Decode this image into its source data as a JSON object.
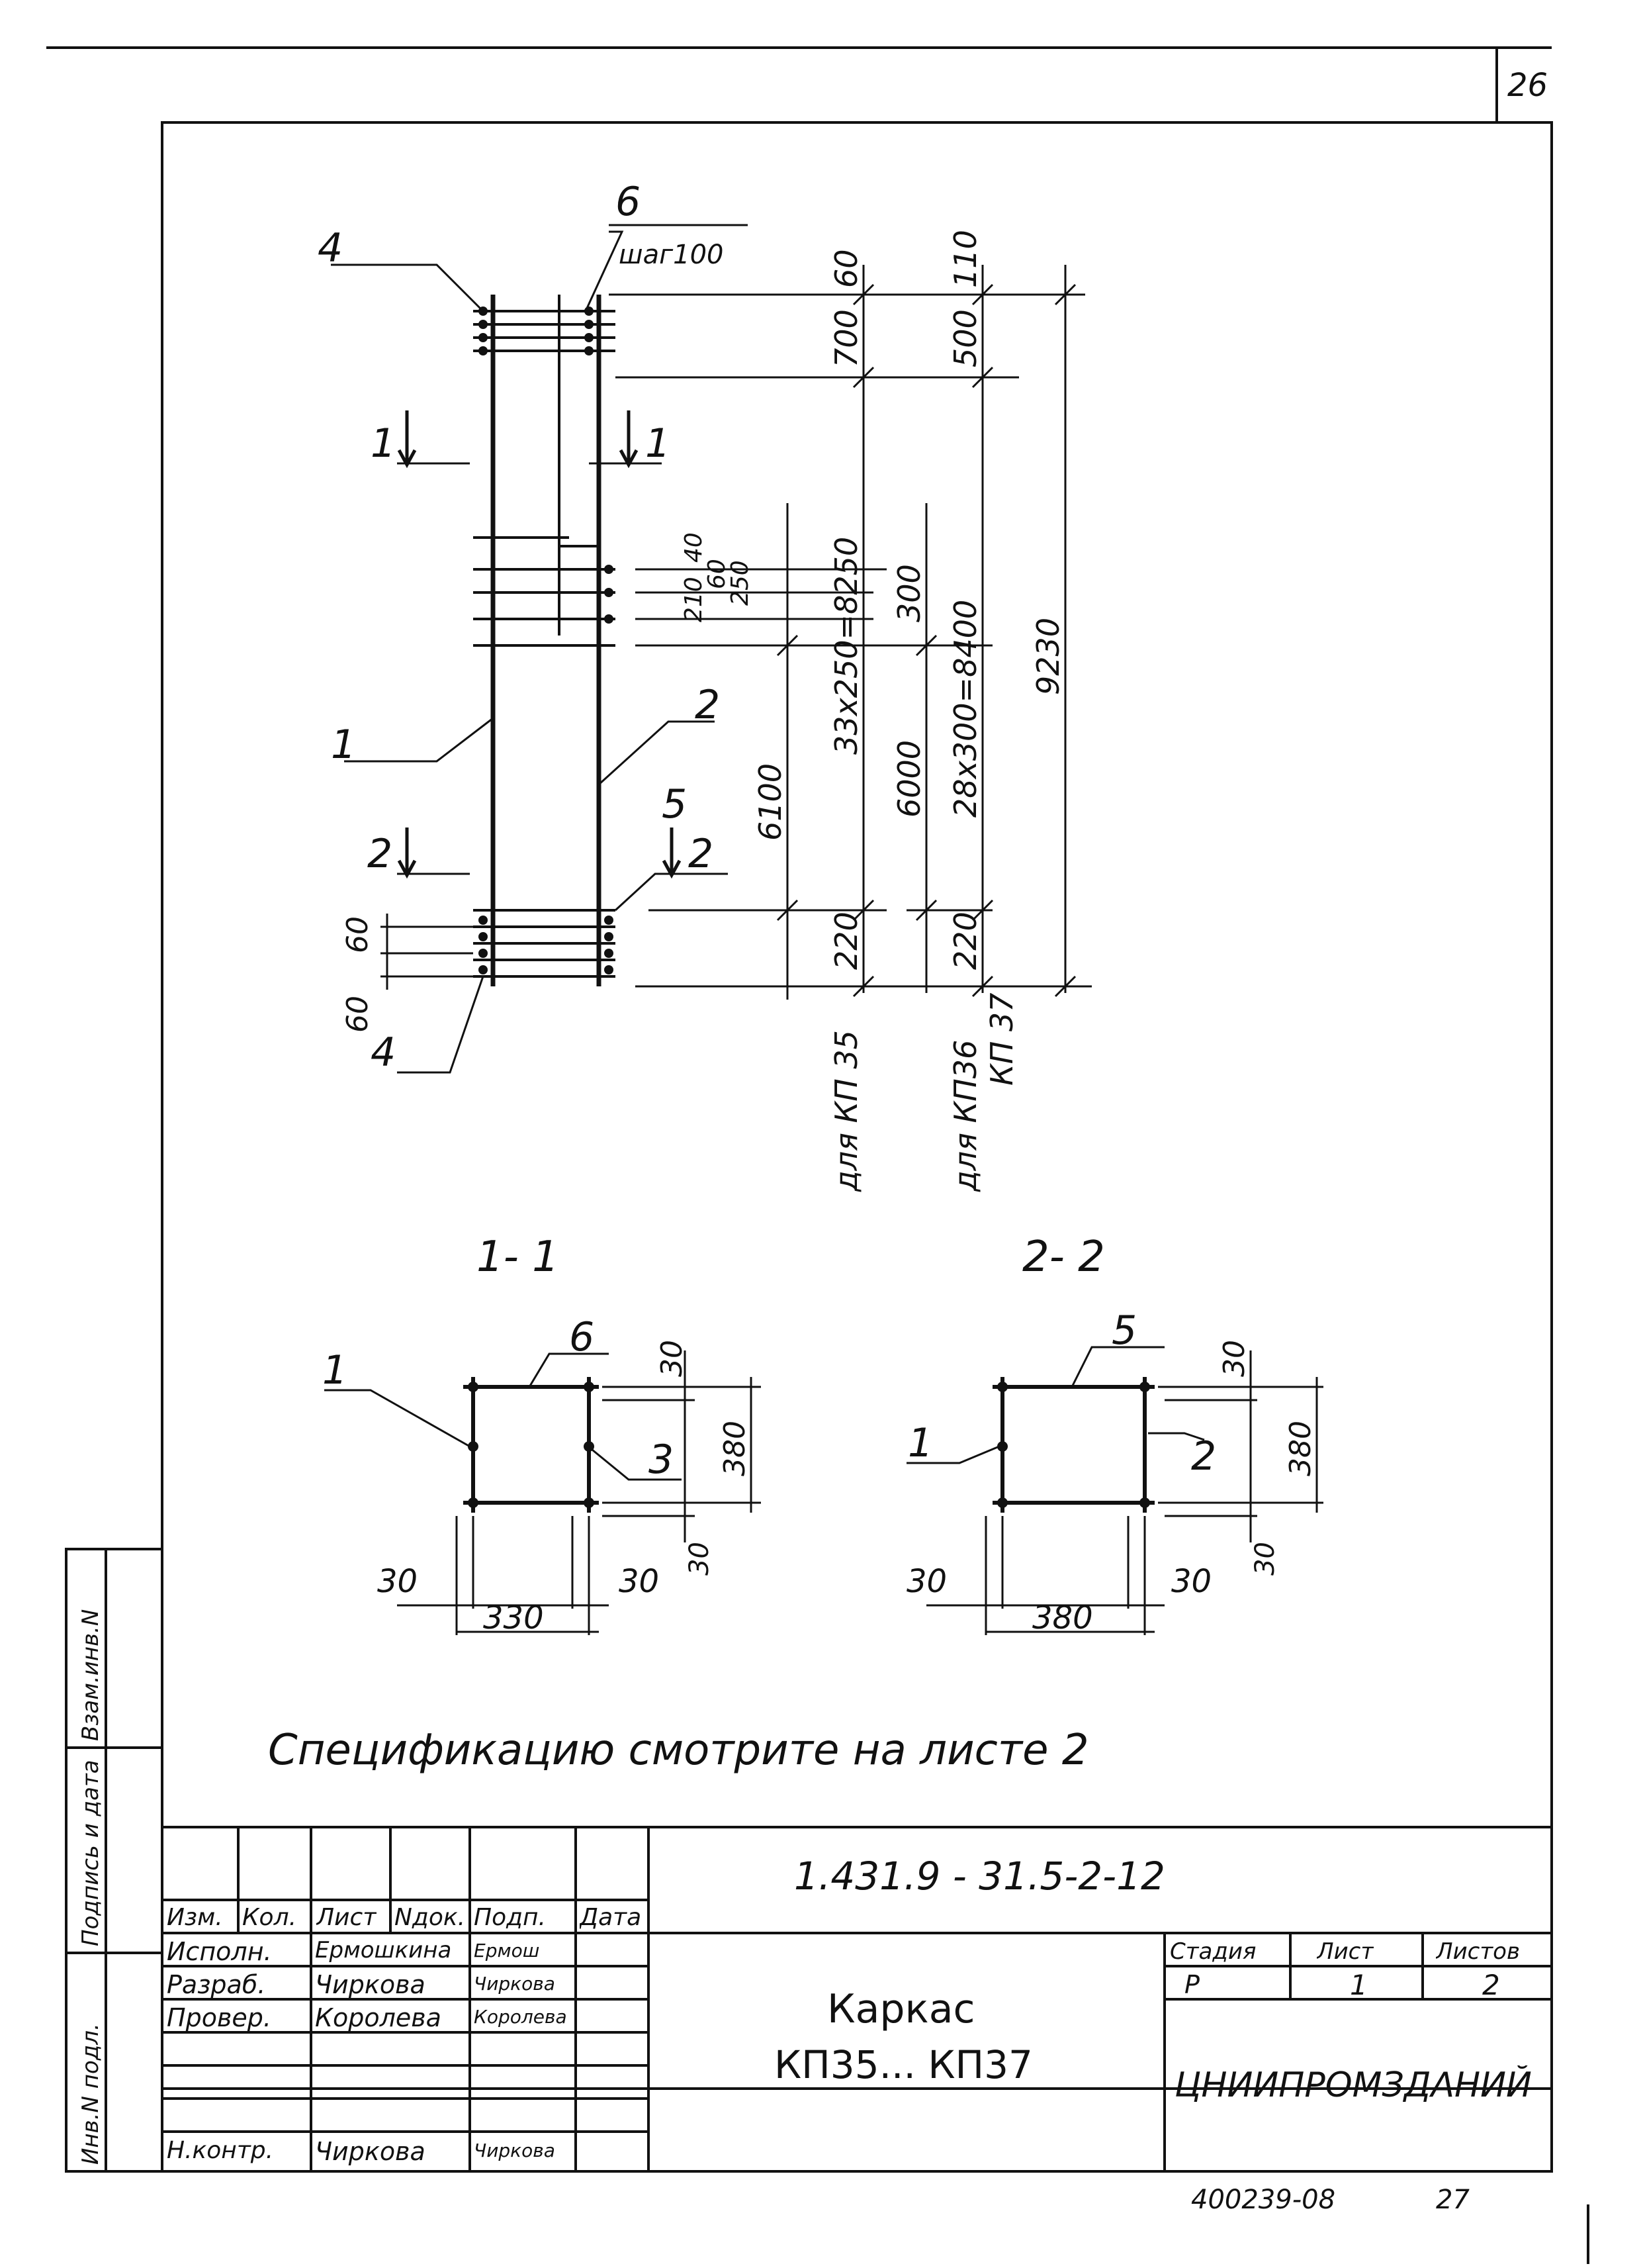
{
  "sheet": {
    "corner_number": "26",
    "footer_code": "400239-08",
    "footer_page": "27"
  },
  "drawing": {
    "callouts": {
      "c1": "1",
      "c2": "2",
      "c4a": "4",
      "c4b": "4",
      "c5": "5",
      "c6": "6",
      "c6_note": "шаг100"
    },
    "sections": {
      "s1l": "1",
      "s1r": "1",
      "s2l": "2",
      "s2r": "2"
    },
    "dims_left": {
      "d60a": "60",
      "d60b": "60"
    },
    "dims_kp35": {
      "top": "60",
      "top2": "700",
      "mid_a": "40",
      "mid_b": "210",
      "mid_c": "60",
      "mid_d": "250",
      "series": "33x250=8250",
      "length": "6100",
      "bottom": "220",
      "label": "для КП 35"
    },
    "dims_kp36": {
      "top": "110",
      "top2": "500",
      "mid": "300",
      "series": "28x300=8400",
      "length": "6000",
      "bottom": "220",
      "total": "9230",
      "label": "для КП36",
      "label2": "КП 37"
    }
  },
  "section_views": [
    {
      "title": "1- 1",
      "left_callout": "1",
      "top_callout": "6",
      "right_callout": "3",
      "d_top": "30",
      "d_height": "380",
      "d_bottom": "30",
      "d_left": "30",
      "d_right": "30",
      "d_width": "330"
    },
    {
      "title": "2- 2",
      "left_callout": "1",
      "top_callout": "5",
      "right_callout": "2",
      "d_top": "30",
      "d_height": "380",
      "d_bottom": "30",
      "d_left": "30",
      "d_right": "30",
      "d_width": "380"
    }
  ],
  "spec_note": "Спецификацию смотрите на листе 2",
  "side_stamp": [
    "Инв.N подл.",
    "Подпись и дата",
    "Взам.инв.N"
  ],
  "title_block": {
    "headers": [
      "Изм.",
      "Кол.",
      "Лист",
      "Nдок.",
      "Подп.",
      "Дата"
    ],
    "roles": [
      {
        "role": "Исполн.",
        "name": "Ермошкина",
        "sign": "Ермош"
      },
      {
        "role": "Разраб.",
        "name": "Чиркова",
        "sign": "Чиркова"
      },
      {
        "role": "Провер.",
        "name": "Королева",
        "sign": "Королева"
      },
      {
        "role": "",
        "name": "",
        "sign": ""
      },
      {
        "role": "Н.контр.",
        "name": "Чиркова",
        "sign": "Чиркова"
      }
    ],
    "code": "1.431.9 - 31.5-2-12",
    "name_line1": "Каркас",
    "name_line2": "КП35... КП37",
    "stage_label": "Стадия",
    "sheet_label": "Лист",
    "sheets_label": "Листов",
    "stage": "Р",
    "sheet": "1",
    "sheets": "2",
    "org": "ЦНИИПРОМЗДАНИЙ"
  }
}
